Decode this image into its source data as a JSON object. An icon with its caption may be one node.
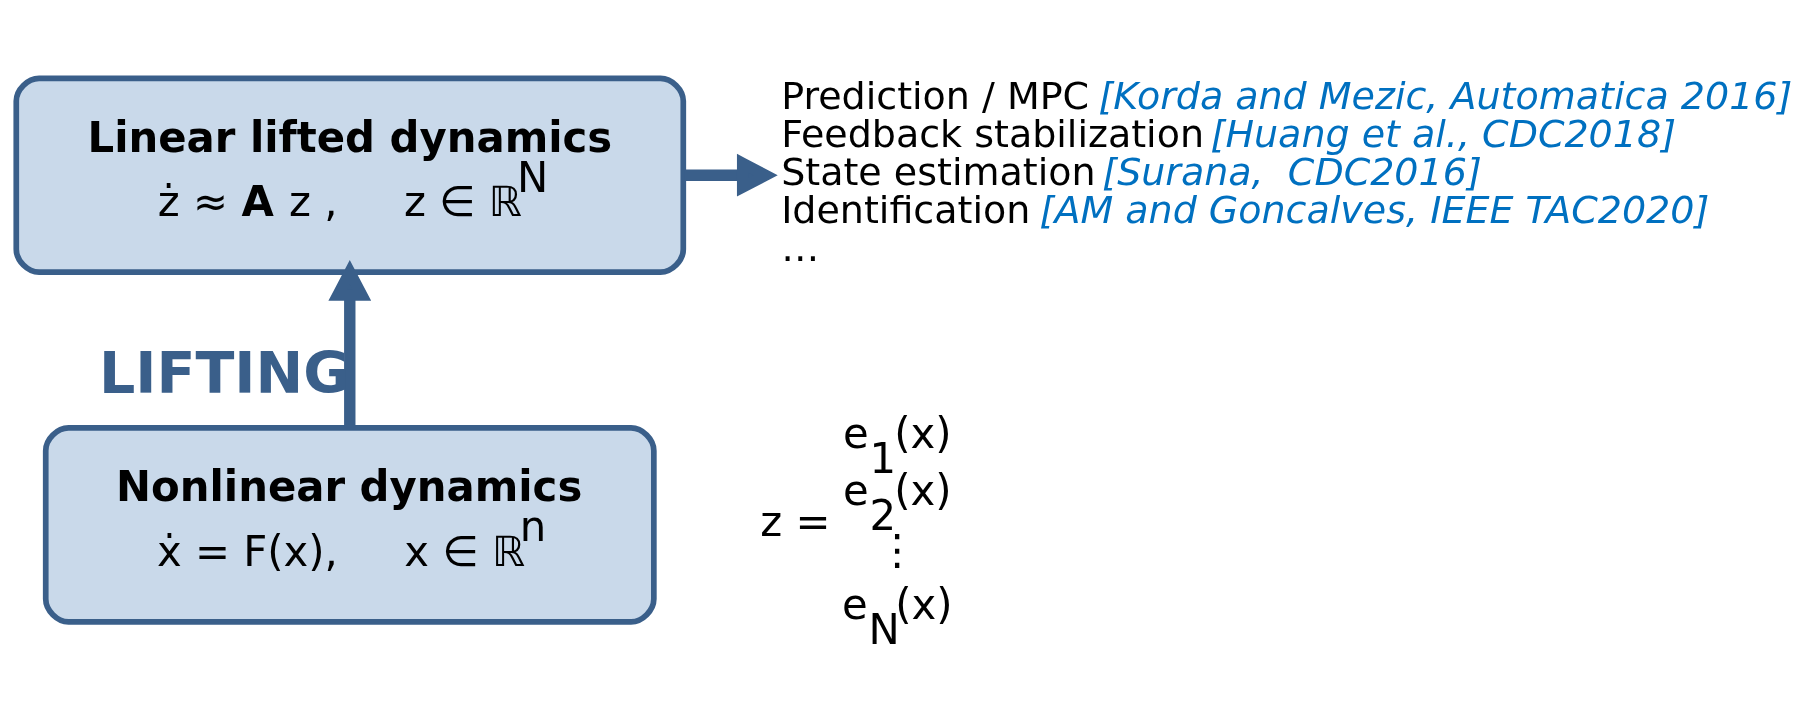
{
  "diagram": {
    "nodes": [
      {
        "text": [
          "Linear lifted dynamics",
          "ż ≈ **A** z ,     z ∈ ℝ$^{N}$"
        ]
      },
      {
        "text": [
          "Nonlinear dynamics",
          "ẋ = F(x),     x ∈ ℝ$^{n}$"
        ]
      },
      {
        "text": [
          "Prediction / MPC *[Korda and Mezic, Automatica 2016]*",
          "Feedback stabilization *[Huang et al., CDC2018]*",
          "State estimation *[Surana,  CDC2016]*",
          "Identification *[AM and Goncalves, IEEE TAC2020]*",
          "…"
        ]
      }
    ],
    "edges": [
      {
        "from": 1,
        "to": 0,
        "arrow": "to",
        "label": "LIFTING"
      },
      {
        "from": 0,
        "to": 2,
        "arrow": "to"
      }
    ],
    "labels": [
      "z =",
      "e$_{1}$(x)",
      "e$_{2}$(x)",
      "⋮",
      "e$_{N}$(x)"
    ]
  }
}
